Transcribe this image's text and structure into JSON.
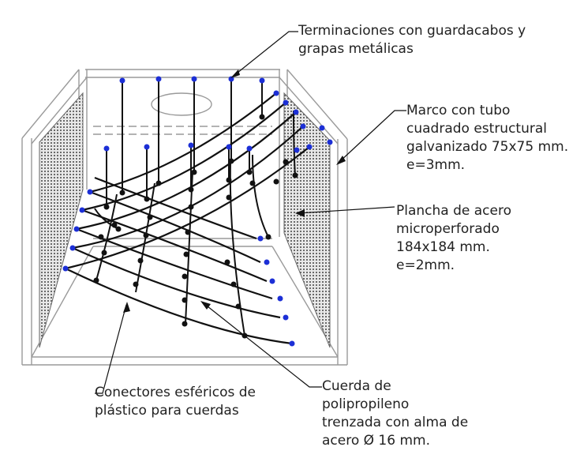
{
  "labels": {
    "terminaciones": "Terminaciones con guardacabos y\ngrapas metálicas",
    "marco": "Marco con tubo\ncuadrado estructural\ngalvanizado 75x75 mm.\ne=3mm.",
    "plancha": "Plancha de acero\nmicroperforado\n184x184 mm.\ne=2mm.",
    "conectores": "Conectores esféricos de\nplástico para cuerdas",
    "cuerda": "Cuerda de\npolipropileno\ntrenzada con alma de\nacero Ø 16 mm."
  },
  "colors": {
    "frame": "#9a9a9a",
    "rope": "#111111",
    "connector": "#111111",
    "anchor": "#1c2fd6",
    "mesh": "#7a7a7a"
  }
}
